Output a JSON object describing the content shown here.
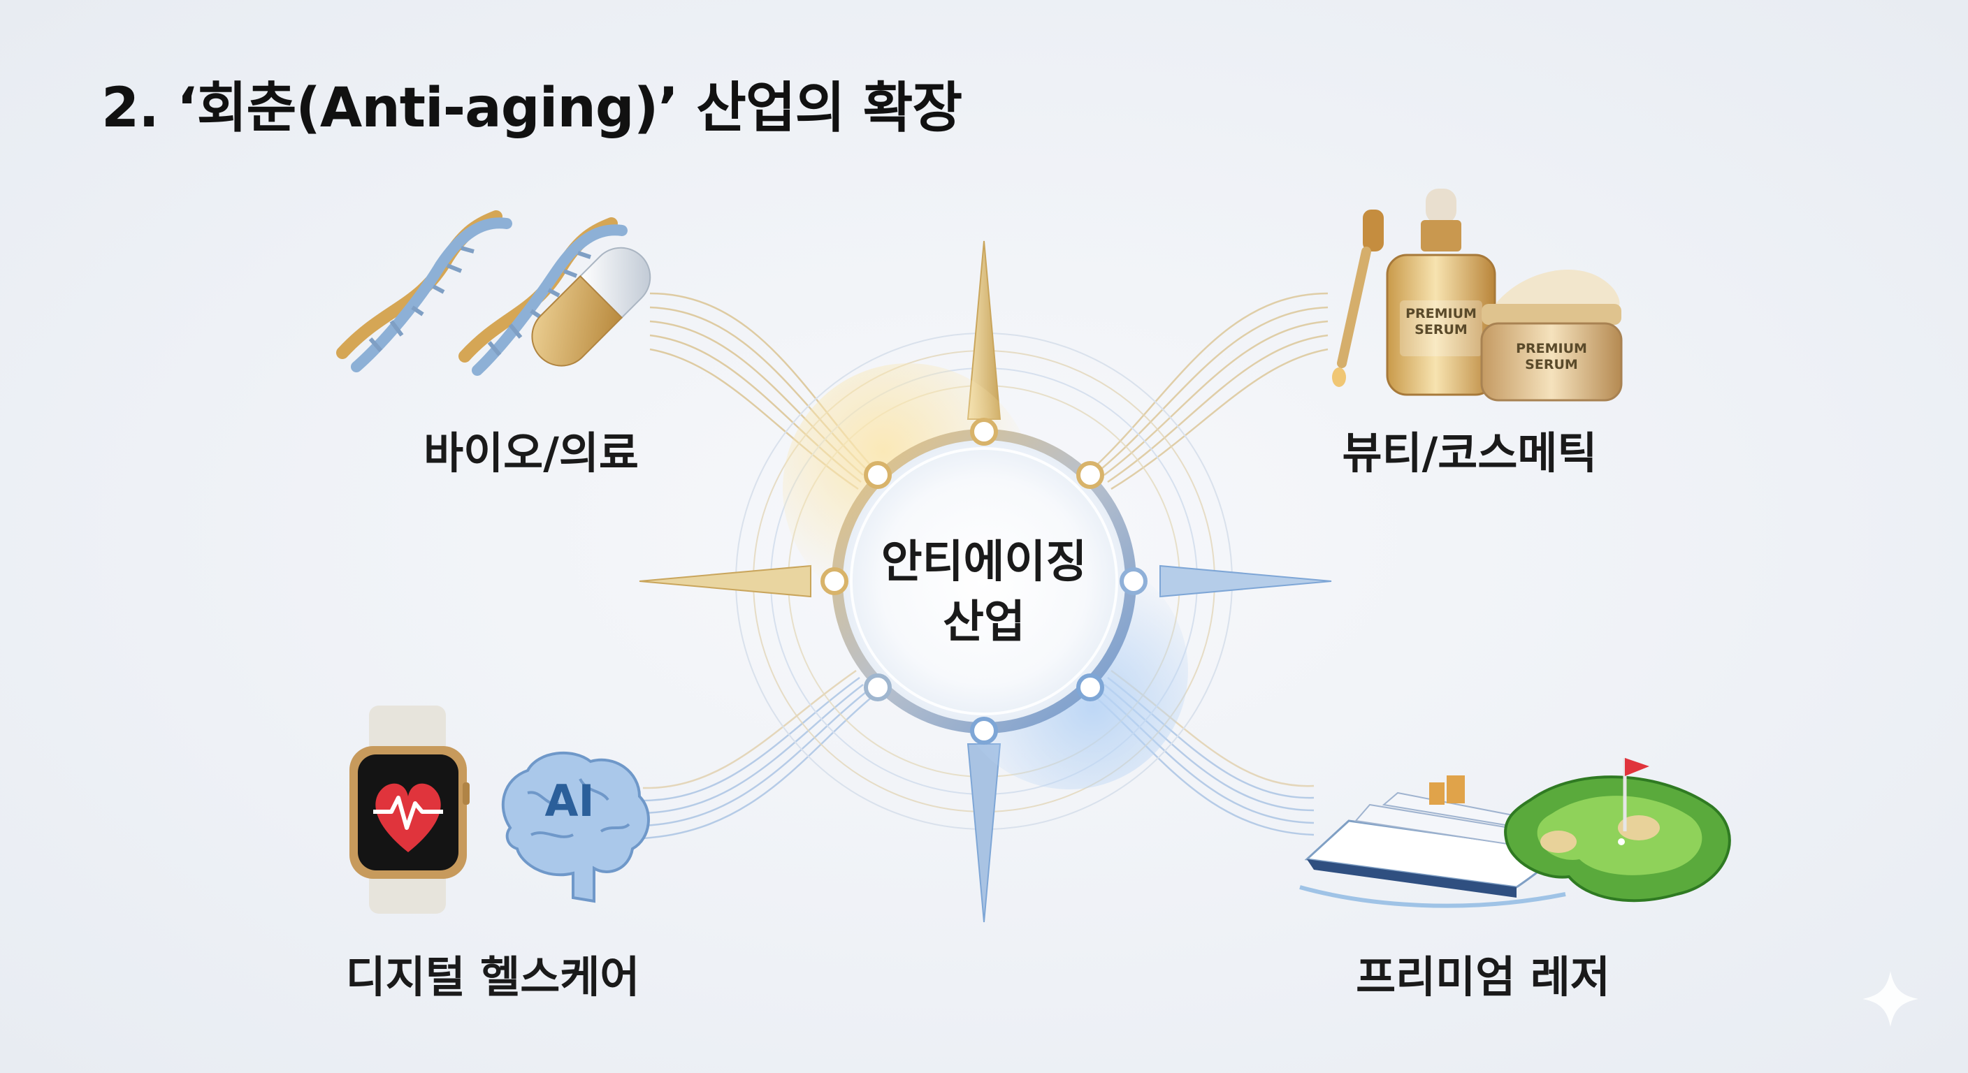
{
  "title": "2. ‘회춘(Anti-aging)’ 산업의 확장",
  "center": {
    "line1": "안티에이징",
    "line2": "산업"
  },
  "sectors": [
    {
      "label": "바이오/의료",
      "icons": [
        "dna-icon",
        "dna-icon",
        "capsule-icon"
      ]
    },
    {
      "label": "뷰티/코스메틱",
      "icons": [
        "dropper-icon",
        "serum-bottle-icon",
        "cream-jar-icon"
      ],
      "product_text": [
        "PREMIUM",
        "SERUM"
      ]
    },
    {
      "label": "디지털 헬스케어",
      "icons": [
        "smartwatch-heart-icon",
        "ai-brain-icon"
      ],
      "brain_text": "AI"
    },
    {
      "label": "프리미엄 레저",
      "icons": [
        "cruise-ship-icon",
        "golf-green-icon"
      ]
    }
  ],
  "colors": {
    "gold": "#d4b06a",
    "blue": "#7ea6d6",
    "dark": "#111111",
    "golf": "#5aaa3c",
    "heart": "#e0343c"
  }
}
